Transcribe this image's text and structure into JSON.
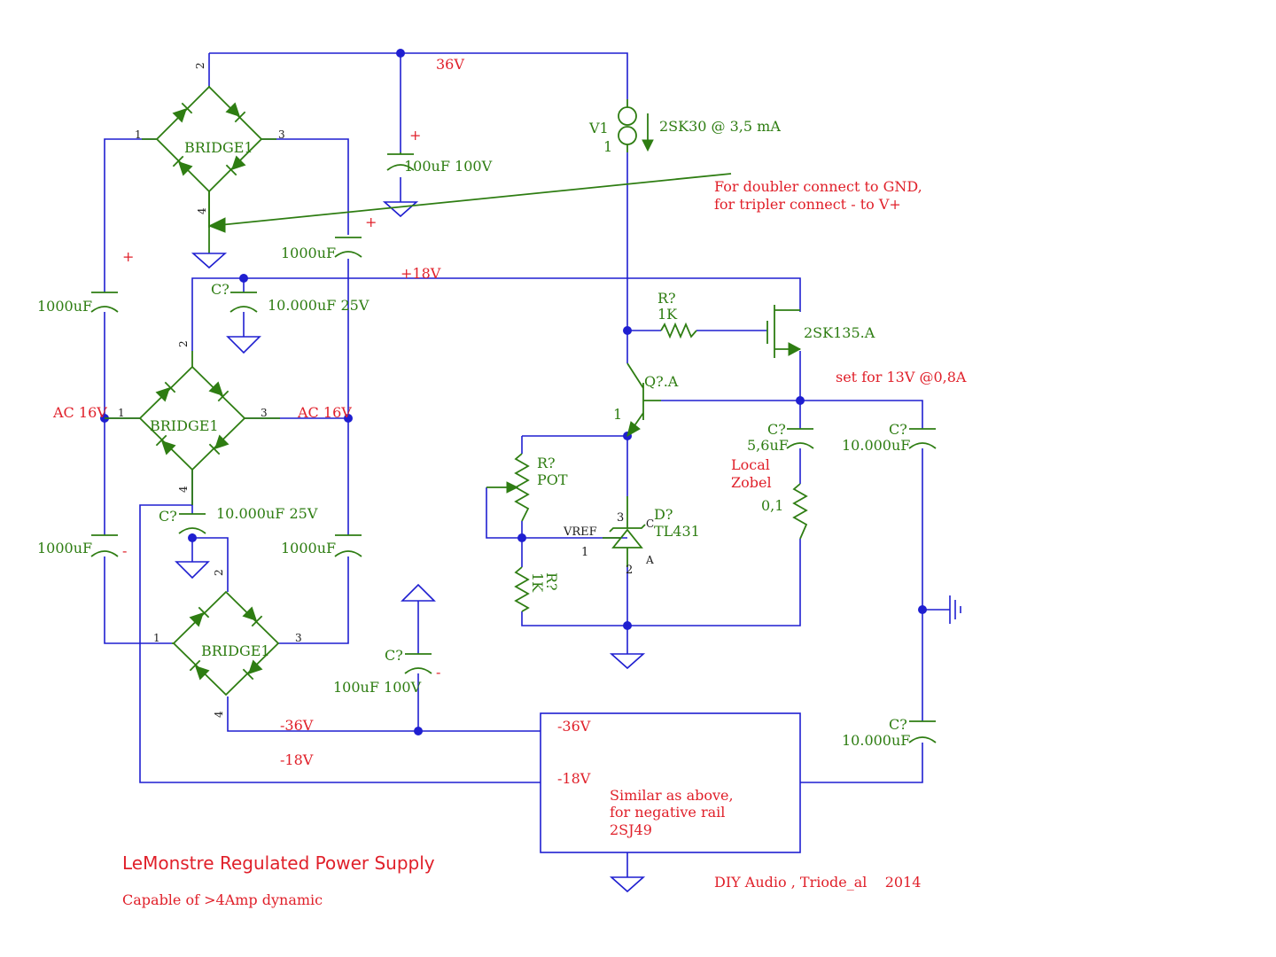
{
  "title": "LeMonstre Regulated Power Supply",
  "subtitle": "Capable of >4Amp dynamic",
  "credit": "DIY Audio , Triode_al    2014",
  "colors": {
    "wire": "#1f1fd0",
    "component": "#2e7d12",
    "note": "#e0202a"
  },
  "nets": {
    "v36": "36V",
    "v18": "+18V",
    "vneg36": "-36V",
    "vneg18": "-18V",
    "ac_left": "AC 16V",
    "ac_right": "AC 16V"
  },
  "bridges": [
    {
      "label": "BRIDGE1",
      "pins": [
        "1",
        "2",
        "3",
        "4"
      ]
    },
    {
      "label": "BRIDGE1",
      "pins": [
        "1",
        "2",
        "3",
        "4"
      ]
    },
    {
      "label": "BRIDGE1",
      "pins": [
        "1",
        "2",
        "3",
        "4"
      ]
    }
  ],
  "components": {
    "c_100uf_top": {
      "value": "100uF 100V",
      "polarity": "+"
    },
    "c_1000uf_mid": {
      "value": "1000uF",
      "polarity": "+"
    },
    "c_1000uf_left_top": {
      "value": "1000uF",
      "polarity": "+"
    },
    "c_1000uf_left_bot": {
      "value": "1000uF",
      "polarity": "-"
    },
    "c_1000uf_right_bot": {
      "value": "1000uF"
    },
    "c_10000_top": {
      "ref": "C?",
      "value": "10.000uF 25V"
    },
    "c_10000_bot": {
      "ref": "C?",
      "value": "10.000uF 25V"
    },
    "c_100uf_bot": {
      "ref": "C?",
      "value": "100uF 100V",
      "polarity": "-"
    },
    "v1": {
      "ref": "V1",
      "pin": "1",
      "value": "2SK30 @ 3,5 mA"
    },
    "r_1k_gate": {
      "ref": "R?",
      "value": "1K"
    },
    "mosfet": {
      "value": "2SK135.A"
    },
    "q": {
      "ref": "Q?.A",
      "pin": "1"
    },
    "pot": {
      "ref": "R?",
      "value": "POT"
    },
    "r_1k_low": {
      "ref": "R?",
      "value": "1K"
    },
    "tl431": {
      "ref": "D?",
      "value": "TL431",
      "pin3": "3",
      "pin1": "1",
      "pin2": "2",
      "c": "C",
      "a": "A",
      "vref": "VREF"
    },
    "zobel_c": {
      "ref": "C?",
      "value": "5,6uF"
    },
    "zobel_r": {
      "value": "0,1"
    },
    "out_c_top": {
      "ref": "C?",
      "value": "10.000uF"
    },
    "out_c_bot": {
      "ref": "C?",
      "value": "10.000uF"
    }
  },
  "notes": {
    "doubler_line1": "For doubler connect to GND,",
    "doubler_line2": "for tripler connect - to V+",
    "set_for": "set for 13V @0,8A",
    "zobel_line1": "Local",
    "zobel_line2": "Zobel"
  },
  "neg_block": {
    "in1": "-36V",
    "in2": "-18V",
    "line1": "Similar as above,",
    "line2": "for negative rail",
    "line3": "2SJ49"
  }
}
